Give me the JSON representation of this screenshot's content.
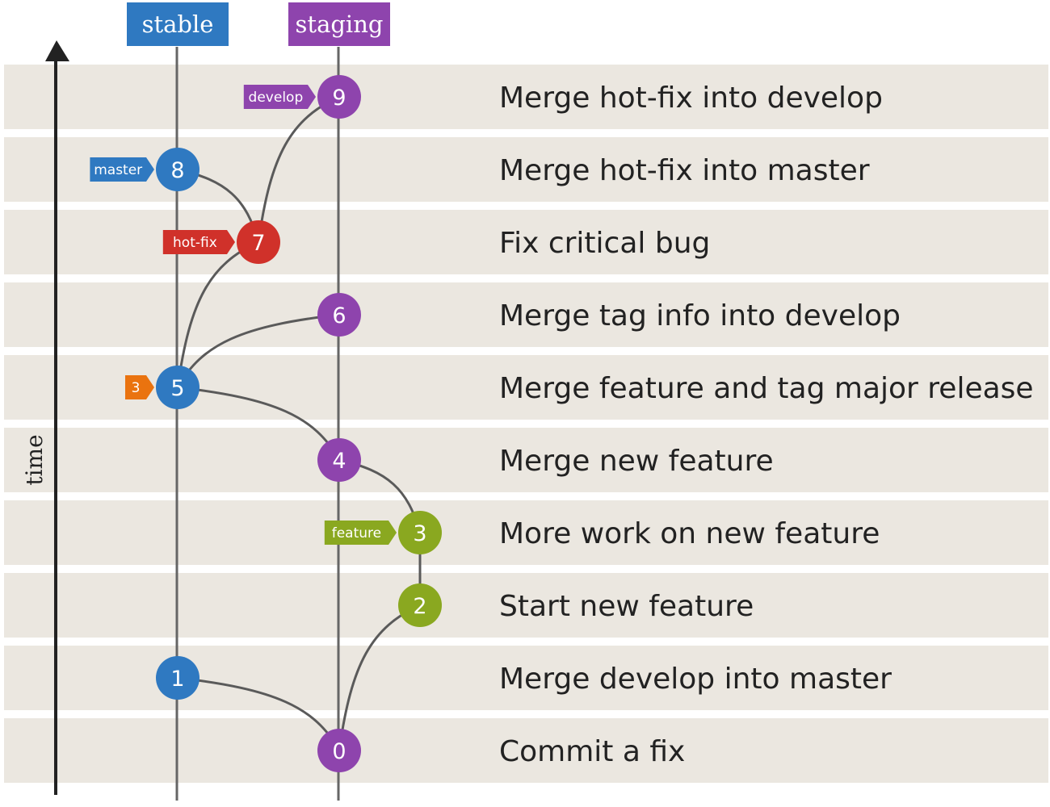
{
  "lanes": {
    "stable": {
      "label": "stable",
      "color": "#2f79c1"
    },
    "staging": {
      "label": "staging",
      "color": "#8e44ad"
    }
  },
  "axis": {
    "label": "time"
  },
  "colors": {
    "row_background": "#ebe7e0",
    "line": "#555555",
    "blue": "#2f79c1",
    "purple": "#8e44ad",
    "red": "#d0312a",
    "green": "#8aa820",
    "orange": "#ea730f"
  },
  "rows": [
    {
      "description": "Merge hot-fix into develop",
      "commit": "9",
      "lane": "staging",
      "color": "purple",
      "tag": "develop",
      "tag_color": "purple"
    },
    {
      "description": "Merge hot-fix into master",
      "commit": "8",
      "lane": "stable",
      "color": "blue",
      "tag": "master",
      "tag_color": "blue"
    },
    {
      "description": "Fix critical bug",
      "commit": "7",
      "lane": "middle",
      "color": "red",
      "tag": "hot-fix",
      "tag_color": "red"
    },
    {
      "description": "Merge tag info into develop",
      "commit": "6",
      "lane": "staging",
      "color": "purple",
      "tag": "",
      "tag_color": ""
    },
    {
      "description": "Merge feature and tag major release",
      "commit": "5",
      "lane": "stable",
      "color": "blue",
      "tag": "3",
      "tag_color": "orange"
    },
    {
      "description": "Merge new feature",
      "commit": "4",
      "lane": "staging",
      "color": "purple",
      "tag": "",
      "tag_color": ""
    },
    {
      "description": "More work on new feature",
      "commit": "3",
      "lane": "feature",
      "color": "green",
      "tag": "feature",
      "tag_color": "green"
    },
    {
      "description": "Start new feature",
      "commit": "2",
      "lane": "feature",
      "color": "green",
      "tag": "",
      "tag_color": ""
    },
    {
      "description": "Merge develop into master",
      "commit": "1",
      "lane": "stable",
      "color": "blue",
      "tag": "",
      "tag_color": ""
    },
    {
      "description": "Commit a fix",
      "commit": "0",
      "lane": "staging",
      "color": "purple",
      "tag": "",
      "tag_color": ""
    }
  ],
  "edges": [
    {
      "from": "0",
      "to": "1"
    },
    {
      "from": "0",
      "to": "2"
    },
    {
      "from": "2",
      "to": "3"
    },
    {
      "from": "3",
      "to": "4"
    },
    {
      "from": "4",
      "to": "5"
    },
    {
      "from": "5",
      "to": "6"
    },
    {
      "from": "5",
      "to": "7"
    },
    {
      "from": "7",
      "to": "8"
    },
    {
      "from": "7",
      "to": "9"
    }
  ]
}
